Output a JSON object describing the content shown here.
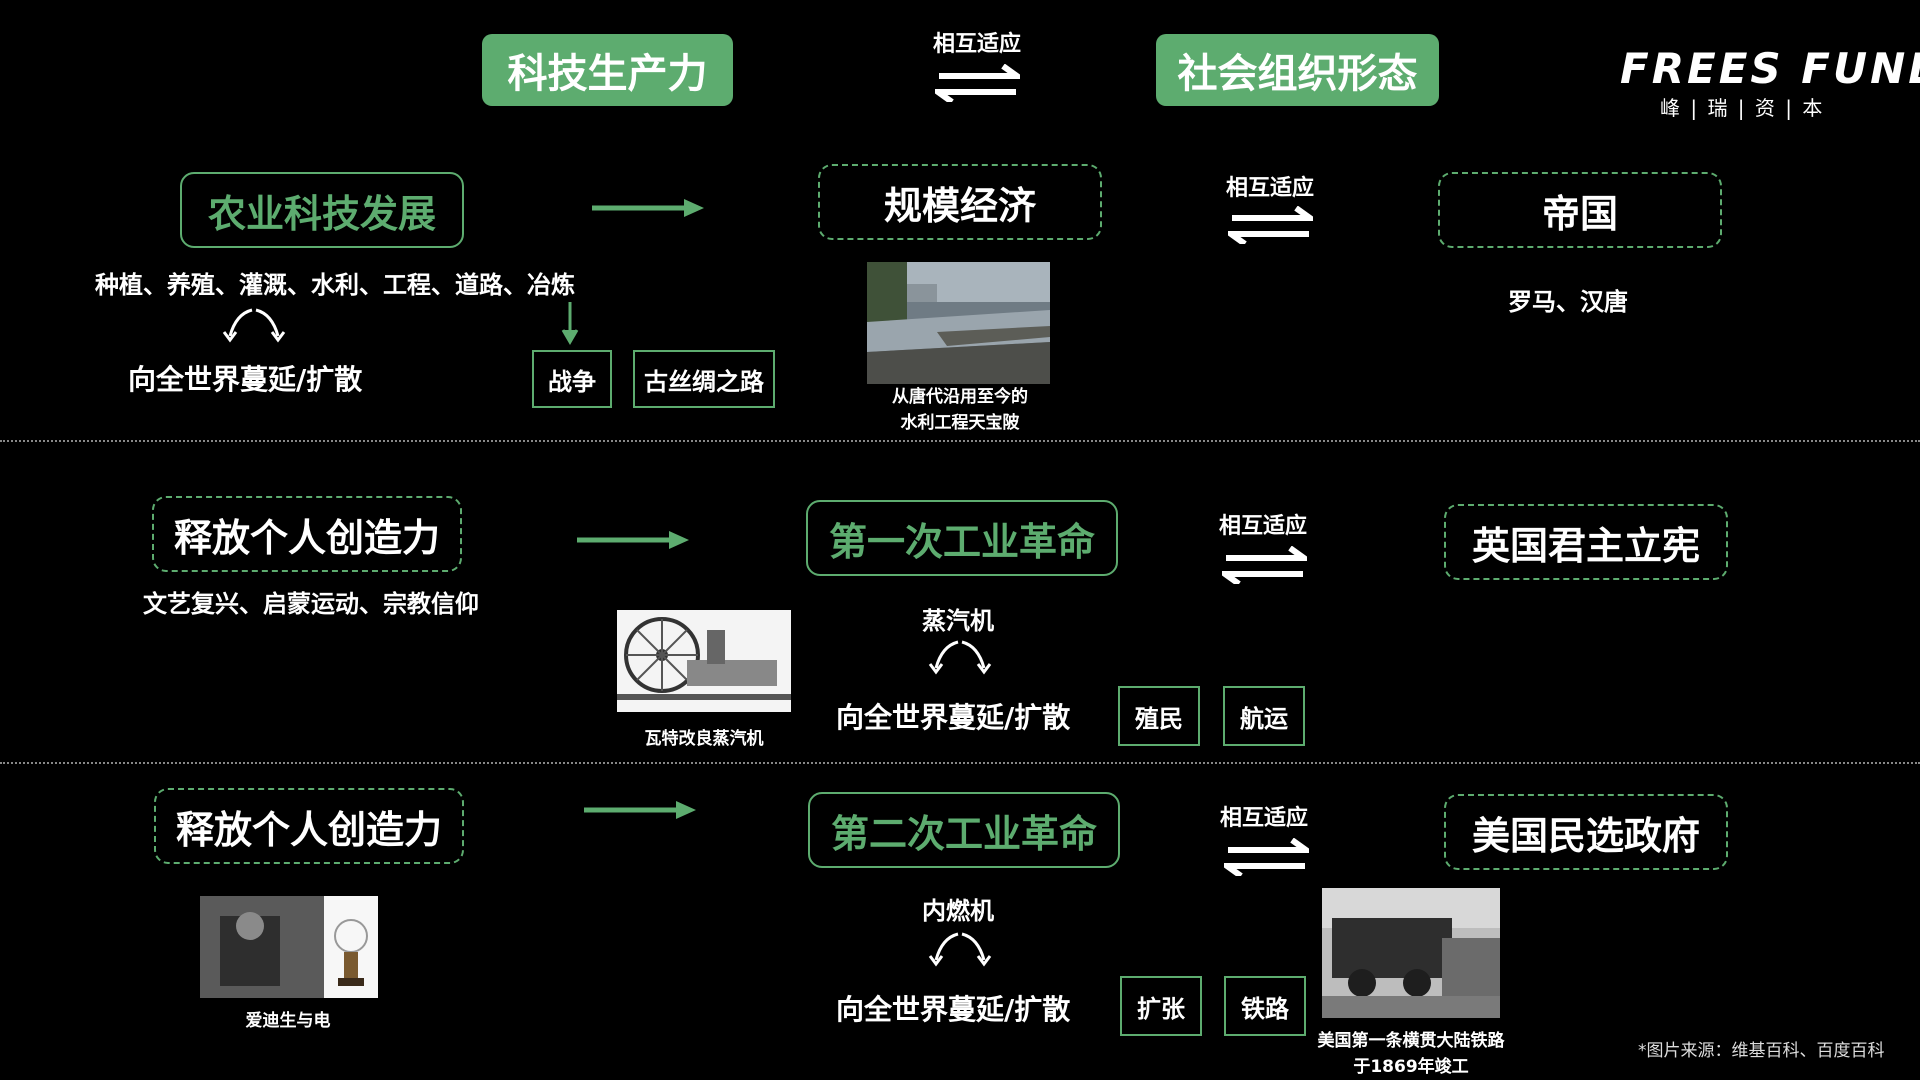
{
  "header": {
    "left_pill": "科技生产力",
    "right_pill": "社会组织形态",
    "adapt": "相互适应"
  },
  "logo": {
    "line1": "FREES FUND",
    "line2": "峰 | 瑞 | 资 | 本"
  },
  "row1": {
    "source": "农业科技发展",
    "source_detail": "种植、养殖、灌溉、水利、工程、道路、冶炼",
    "spread": "向全世界蔓延/扩散",
    "tag1": "战争",
    "tag2": "古丝绸之路",
    "middle": "规模经济",
    "adapt": "相互适应",
    "result": "帝国",
    "result_detail": "罗马、汉唐",
    "photo_caption_1": "从唐代沿用至今的",
    "photo_caption_2": "水利工程天宝陂"
  },
  "row2": {
    "source": "释放个人创造力",
    "source_detail": "文艺复兴、启蒙运动、宗教信仰",
    "middle": "第一次工业革命",
    "middle_detail": "蒸汽机",
    "spread": "向全世界蔓延/扩散",
    "tag1": "殖民",
    "tag2": "航运",
    "adapt": "相互适应",
    "result": "英国君主立宪",
    "photo_caption": "瓦特改良蒸汽机"
  },
  "row3": {
    "source": "释放个人创造力",
    "middle": "第二次工业革命",
    "middle_detail": "内燃机",
    "spread": "向全世界蔓延/扩散",
    "tag1": "扩张",
    "tag2": "铁路",
    "adapt": "相互适应",
    "result": "美国民选政府",
    "photo_left_caption": "爱迪生与电",
    "photo_right_caption_1": "美国第一条横贯大陆铁路",
    "photo_right_caption_2": "于1869年竣工"
  },
  "footer": {
    "source_note": "*图片来源：维基百科、百度百科"
  }
}
